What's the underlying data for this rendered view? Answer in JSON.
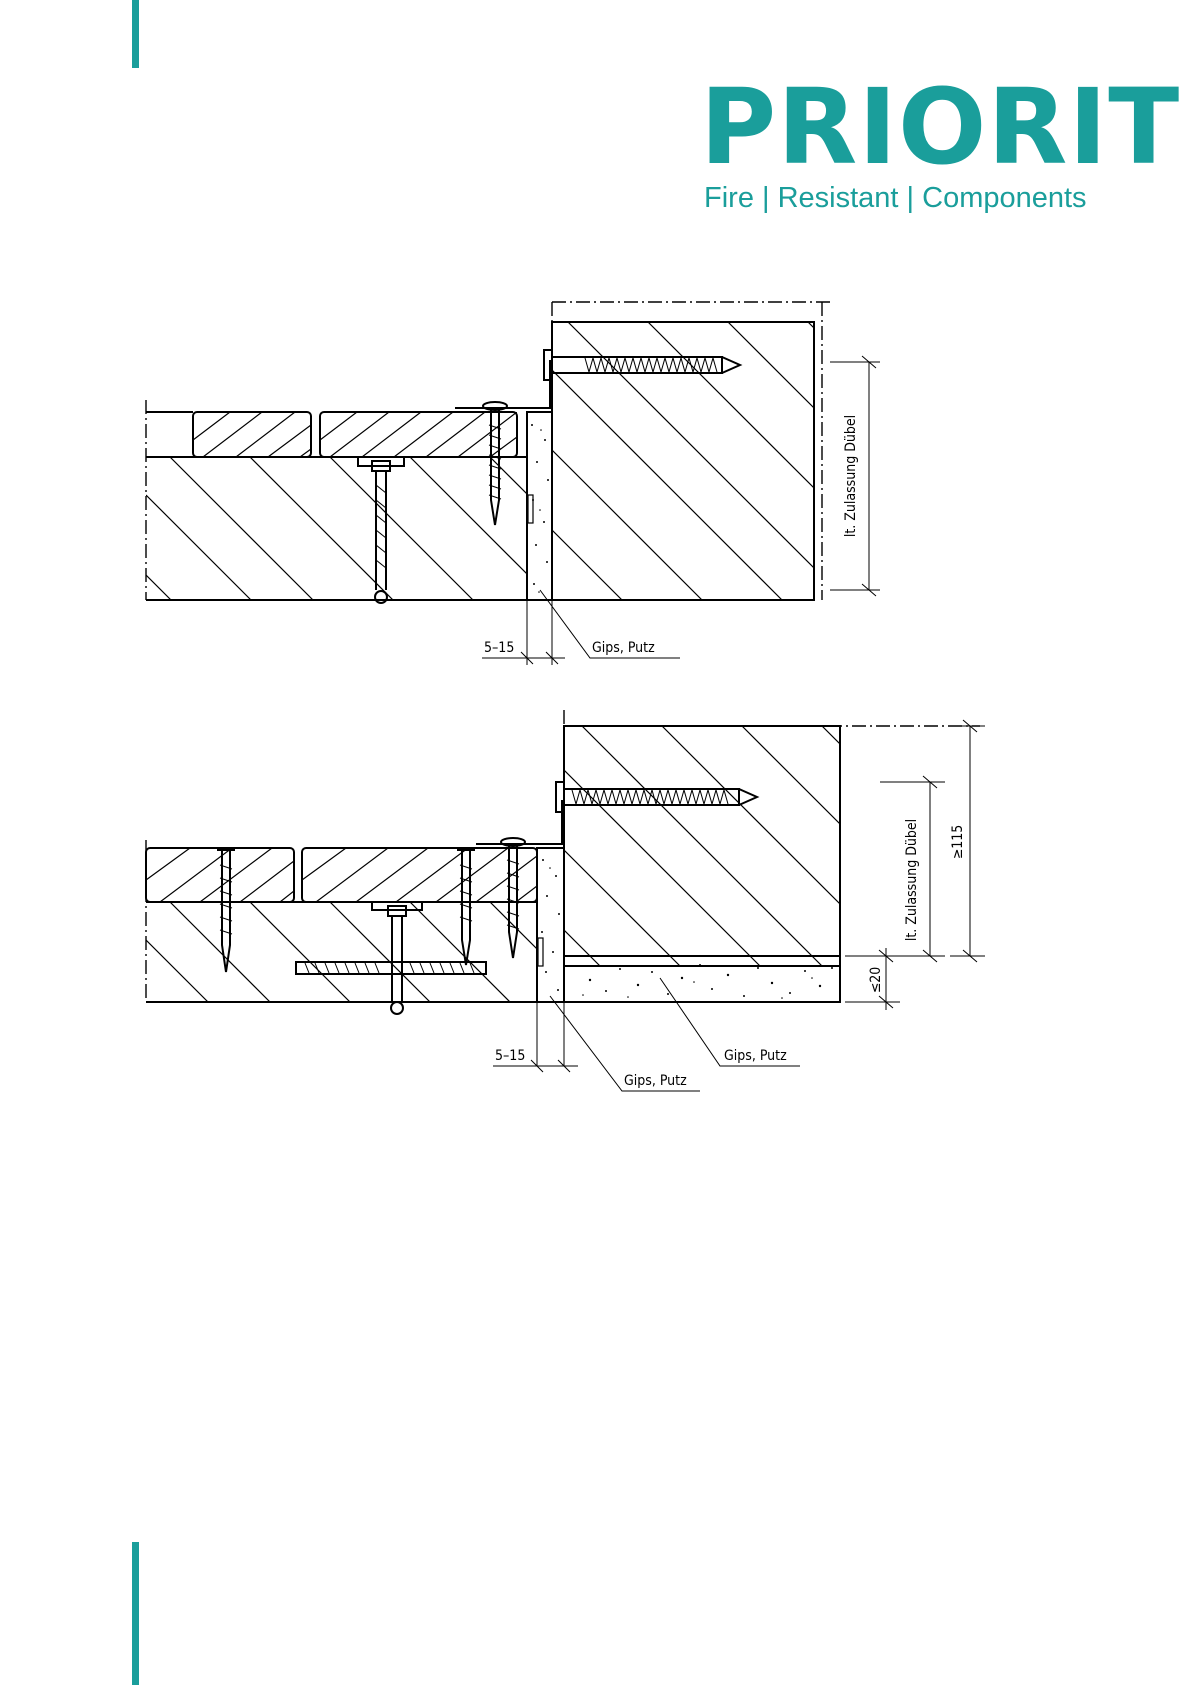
{
  "brand": {
    "name": "PRIORIT",
    "tagline": "Fire | Resistant | Components",
    "accent_color": "#1a9e9b"
  },
  "detail_top": {
    "gap_dimension": "5–15",
    "material_label": "Gips, Putz",
    "anchor_dimension_label": "lt. Zulassung Dübel"
  },
  "detail_bottom": {
    "gap_dimension": "5–15",
    "material_label_side": "Gips, Putz",
    "material_label_bottom": "Gips, Putz",
    "anchor_dimension_label": "lt. Zulassung Dübel",
    "min_depth_label": "≥115",
    "max_screed_label": "≤20"
  }
}
